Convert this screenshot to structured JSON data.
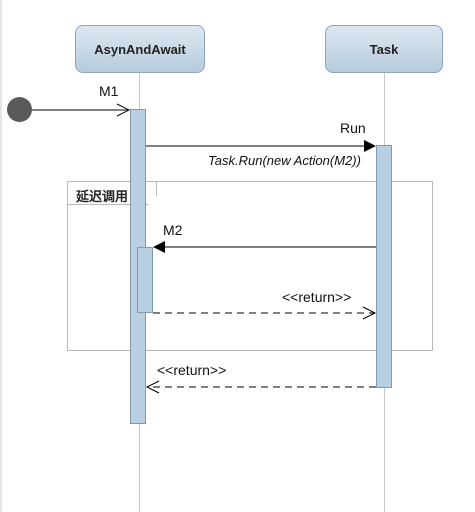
{
  "lifelines": {
    "left": "AsynAndAwait",
    "right": "Task"
  },
  "messages": {
    "m1": "M1",
    "run": "Run",
    "run_call": "Task.Run(new Action(M2))",
    "m2": "M2",
    "return_inner": "<<return>>",
    "return_outer": "<<return>>"
  },
  "fragment": {
    "label": "延迟调用"
  }
}
